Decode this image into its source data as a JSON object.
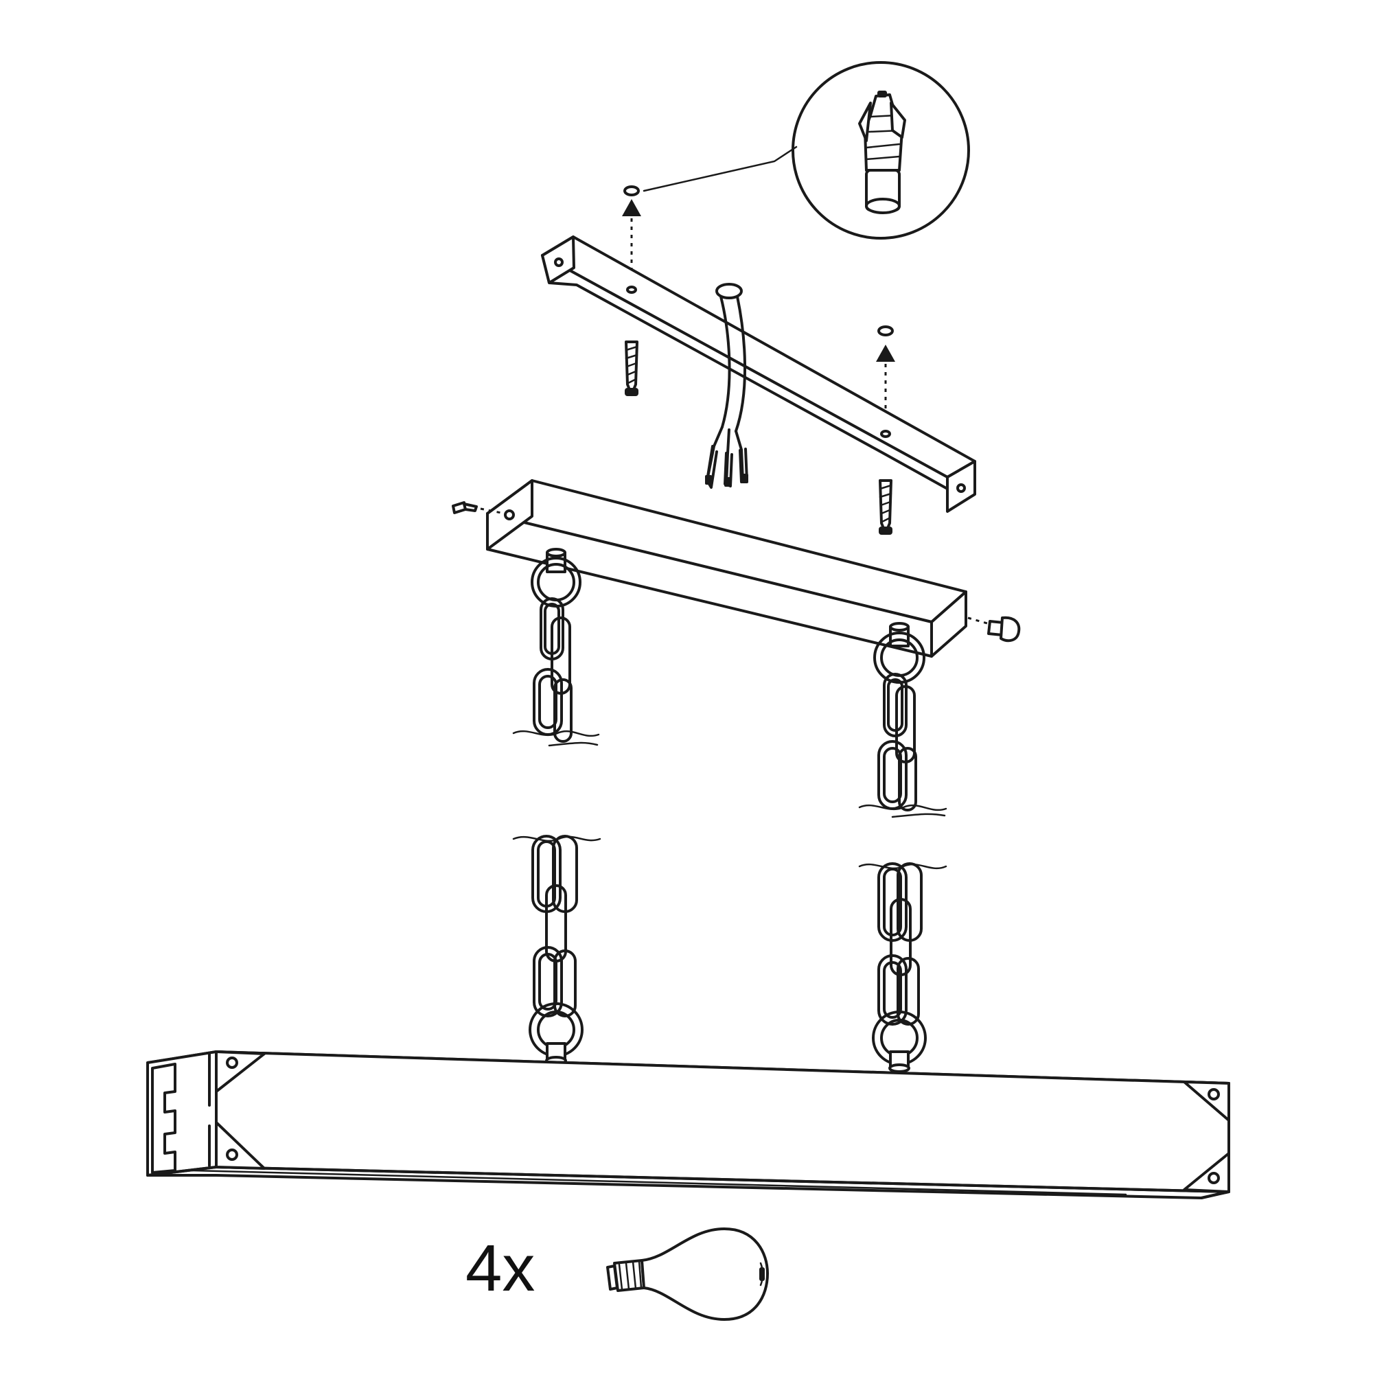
{
  "diagram": {
    "type": "assembly-instruction",
    "parts": [
      "ceiling-mounting-bracket",
      "wall-plug-detail",
      "wood-screw",
      "power-cable",
      "canopy-box",
      "side-screw",
      "chain",
      "lamp-beam",
      "light-bulb"
    ],
    "bulb_quantity_label": "4x"
  },
  "colors": {
    "line": "#1a1a1a",
    "background": "#ffffff"
  }
}
